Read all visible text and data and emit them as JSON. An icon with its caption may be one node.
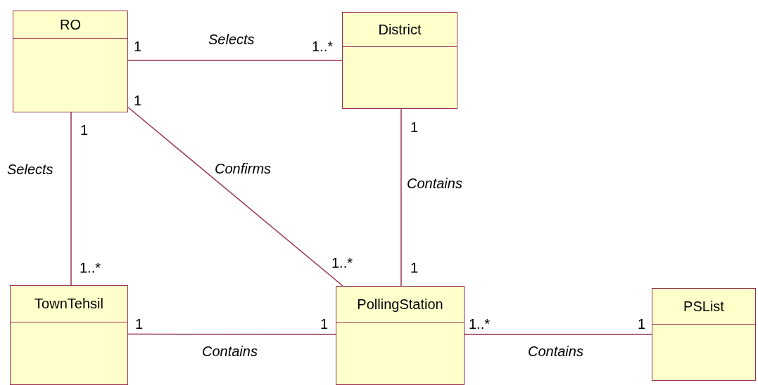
{
  "diagram": {
    "nodes": [
      {
        "text": [
          "RO"
        ]
      },
      {
        "text": [
          "District"
        ]
      },
      {
        "text": [
          "TownTehsil"
        ]
      },
      {
        "text": [
          "PollingStation"
        ]
      },
      {
        "text": [
          "PSList"
        ]
      }
    ],
    "edges": [
      {
        "from": 0,
        "to": 1,
        "arrow": "none",
        "label": "Selects"
      },
      {
        "from": 0,
        "to": 2,
        "arrow": "none",
        "label": "Selects"
      },
      {
        "from": 0,
        "to": 3,
        "arrow": "none",
        "label": "Confirms"
      },
      {
        "from": 1,
        "to": 3,
        "arrow": "none",
        "label": "Contains"
      },
      {
        "from": 2,
        "to": 3,
        "arrow": "none",
        "label": "Contains"
      },
      {
        "from": 3,
        "to": 4,
        "arrow": "none",
        "label": "Contains"
      }
    ],
    "labels": [
      "1",
      "1..*",
      "1",
      "1",
      "1",
      "1..*",
      "1..*",
      "1",
      "1",
      "1",
      "1..*",
      "1"
    ]
  }
}
